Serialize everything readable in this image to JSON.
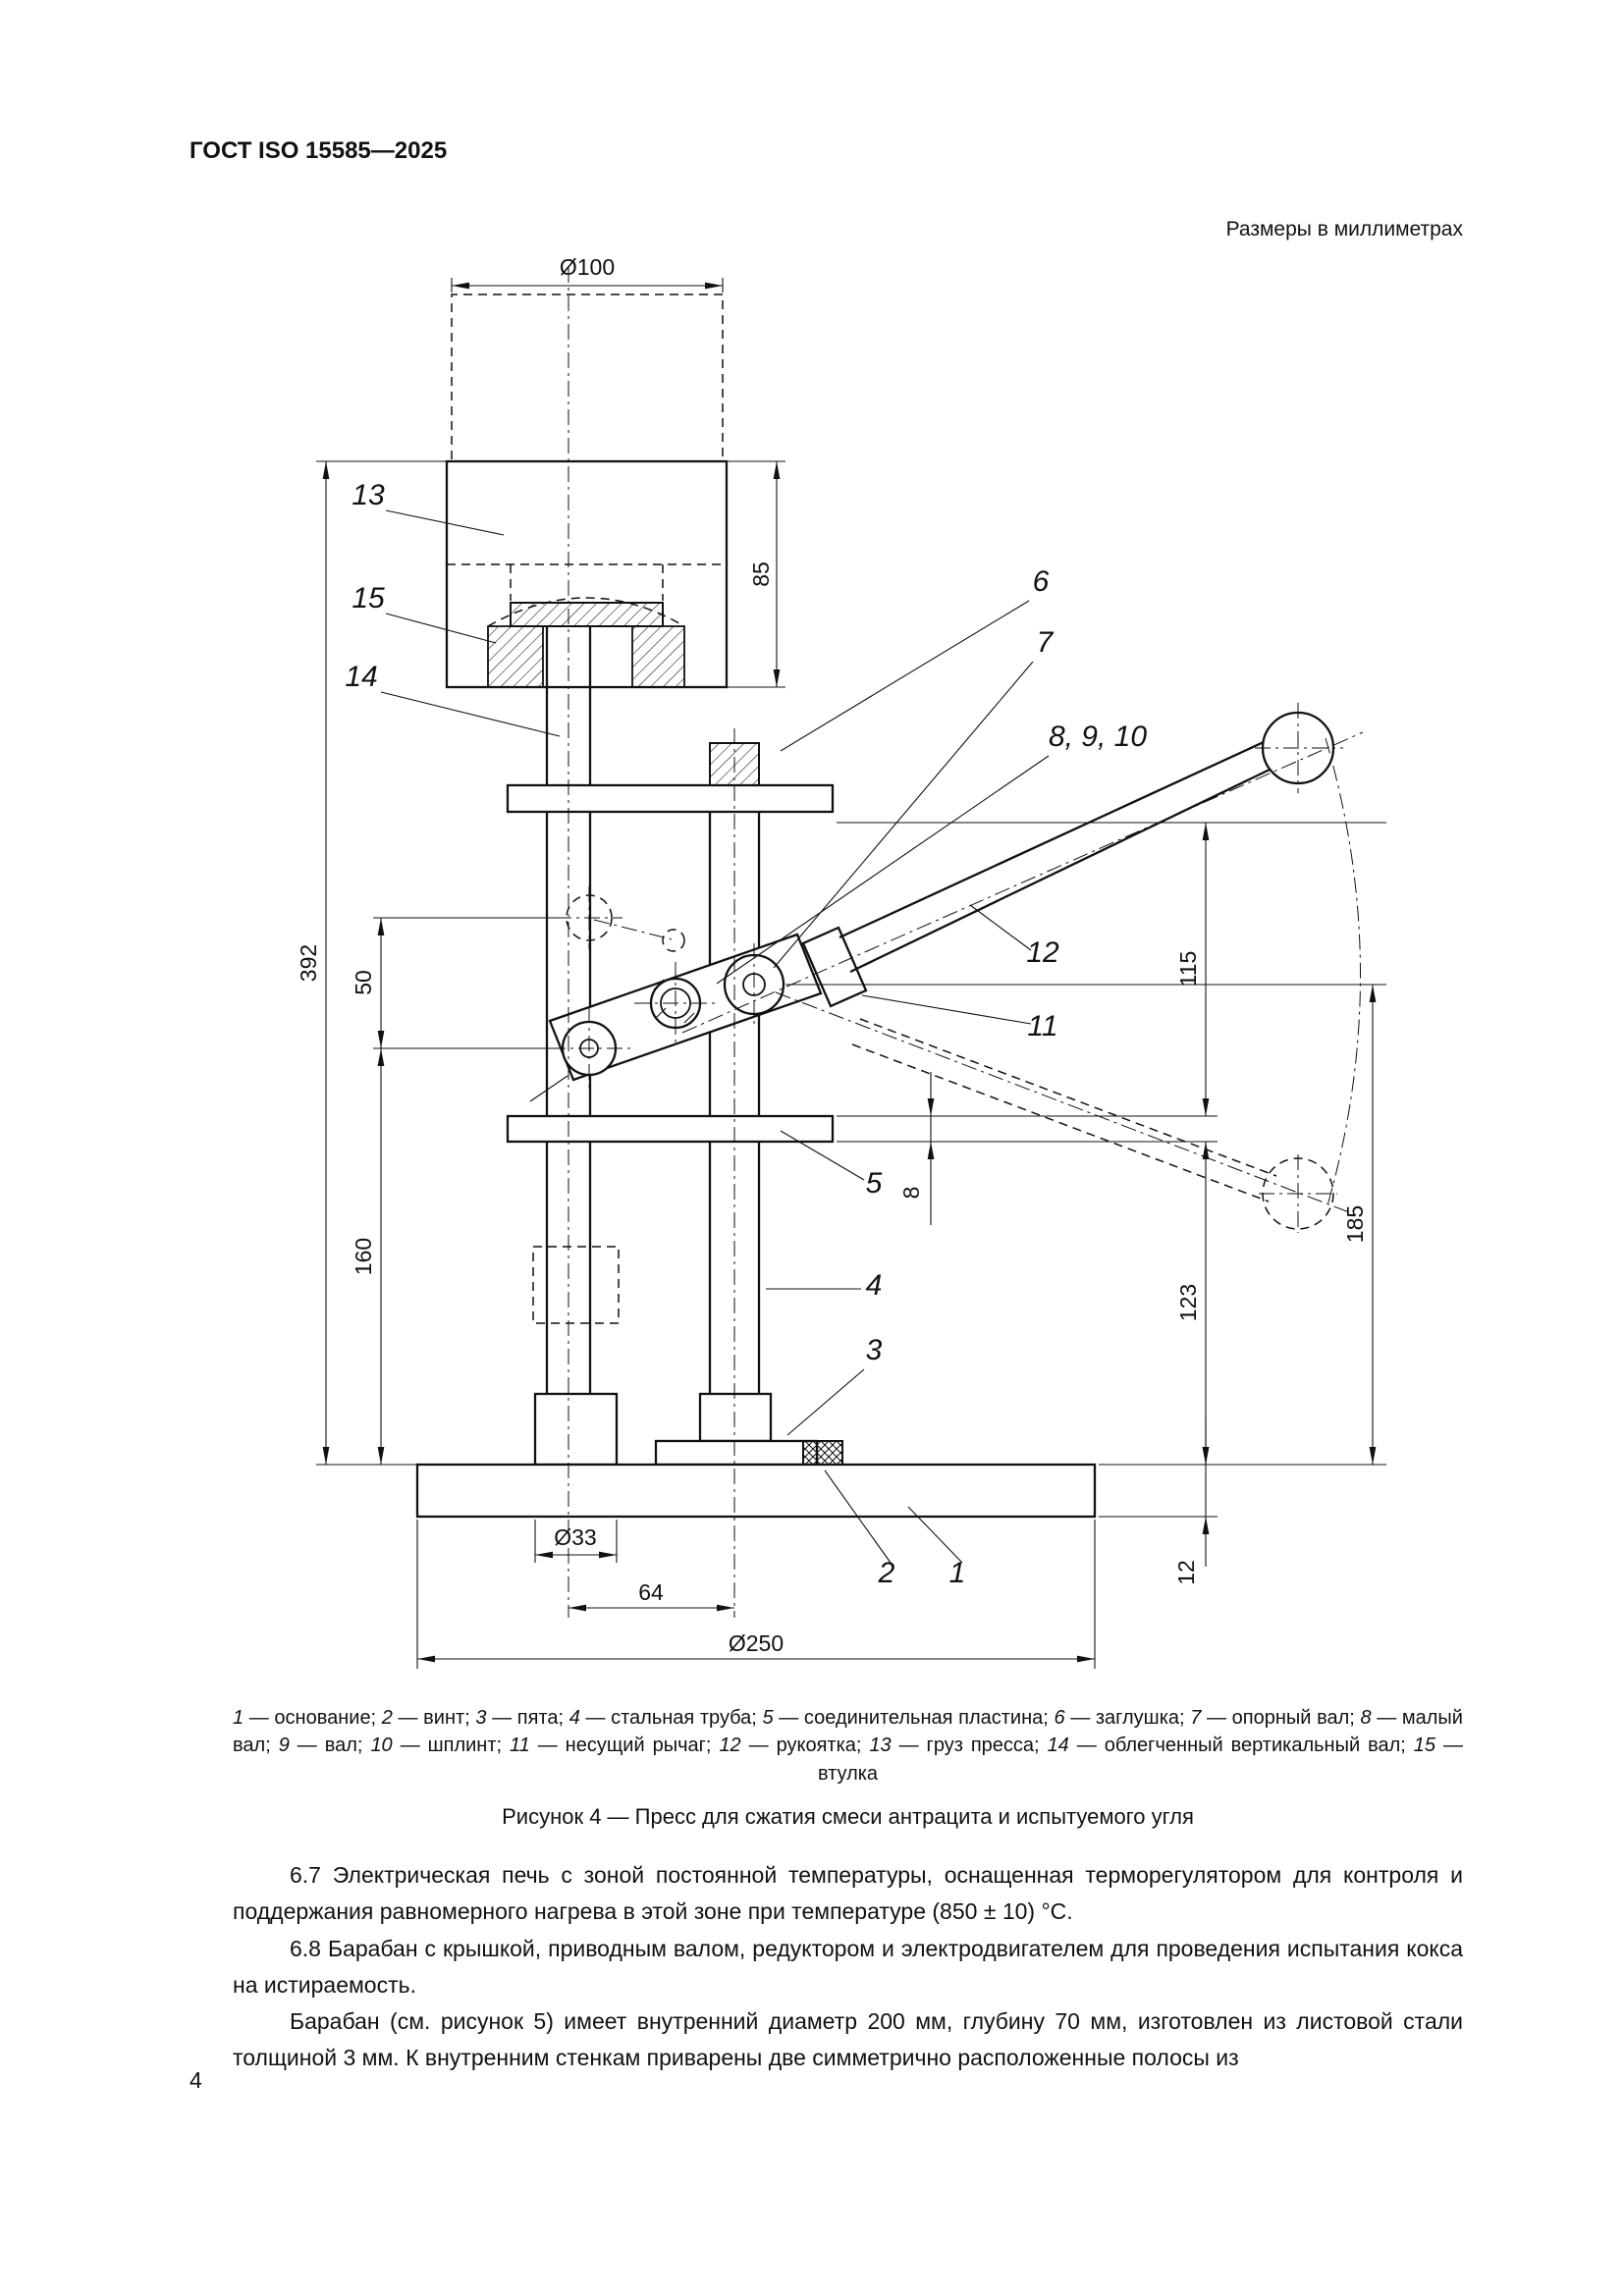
{
  "page": {
    "header": "ГОСТ ISO 15585—2025",
    "units_note": "Размеры в миллиметрах",
    "page_number": "4"
  },
  "figure": {
    "caption": "Рисунок 4 — Пресс для сжатия смеси антрацита и испытуемого угля",
    "dimensions": {
      "dia100": "Ø100",
      "h85": "85",
      "v392": "392",
      "v50": "50",
      "v160": "160",
      "v115": "115",
      "v123": "123",
      "v185": "185",
      "t8": "8",
      "t12": "12",
      "dia33": "Ø33",
      "w64": "64",
      "dia250": "Ø250"
    },
    "callouts": {
      "c1": "1",
      "c2": "2",
      "c3": "3",
      "c4": "4",
      "c5": "5",
      "c6": "6",
      "c7": "7",
      "c8_9_10": "8, 9, 10",
      "c11": "11",
      "c12": "12",
      "c13": "13",
      "c14": "14",
      "c15": "15"
    },
    "legend": [
      {
        "num": "1",
        "name": "основание"
      },
      {
        "num": "2",
        "name": "винт"
      },
      {
        "num": "3",
        "name": "пята"
      },
      {
        "num": "4",
        "name": "стальная труба"
      },
      {
        "num": "5",
        "name": "соединительная пластина"
      },
      {
        "num": "6",
        "name": "заглушка"
      },
      {
        "num": "7",
        "name": "опорный вал"
      },
      {
        "num": "8",
        "name": "малый вал"
      },
      {
        "num": "9",
        "name": "вал"
      },
      {
        "num": "10",
        "name": "шплинт"
      },
      {
        "num": "11",
        "name": "несущий рычаг"
      },
      {
        "num": "12",
        "name": "рукоятка"
      },
      {
        "num": "13",
        "name": "груз пресса"
      },
      {
        "num": "14",
        "name": "облегченный вертикальный вал"
      },
      {
        "num": "15",
        "name": "втулка"
      }
    ]
  },
  "body": {
    "paragraphs": [
      "6.7 Электрическая печь с зоной постоянной температуры, оснащенная терморегулятором для контроля и поддержания равномерного нагрева в этой зоне при температуре (850 ± 10) °С.",
      "6.8 Барабан с крышкой, приводным валом, редуктором и электродвигателем для проведения испытания кокса на истираемость.",
      "Барабан (см. рисунок 5) имеет внутренний диаметр 200 мм, глубину 70 мм, изготовлен из листовой стали толщиной 3 мм. К внутренним стенкам приварены две симметрично расположенные полосы из"
    ]
  }
}
